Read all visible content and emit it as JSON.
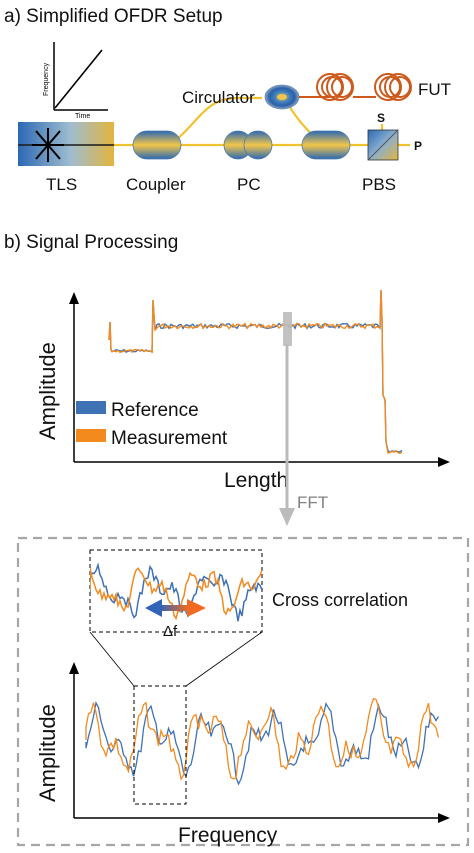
{
  "section_a": {
    "title": "a) Simplified OFDR Setup",
    "inset_ylabel": "Frequency",
    "inset_xlabel": "Time",
    "components": {
      "tls": "TLS",
      "coupler": "Coupler",
      "pc": "PC",
      "pbs": "PBS",
      "circulator": "Circulator",
      "fut": "FUT",
      "s_port": "S",
      "p_port": "P"
    }
  },
  "section_b": {
    "title": "b) Signal Processing",
    "top_plot": {
      "ylabel": "Amplitude",
      "xlabel": "Length",
      "legend": [
        "Reference",
        "Measurement"
      ]
    },
    "fft_label": "FFT",
    "zoom": {
      "annotation": "Cross correlation",
      "shift_label": "Δf"
    },
    "bottom_plot": {
      "ylabel": "Amplitude",
      "xlabel": "Frequency"
    }
  },
  "colors": {
    "reference": "#3f72b5",
    "measurement": "#f28a1e",
    "fiber": "#f2c12e",
    "fut_coil": "#cc5a1c",
    "arrow_gray": "#bbbbbb",
    "text_gray": "#808080"
  },
  "icons": [
    "laser-star-icon",
    "circulator-icon",
    "fiber-coil-icon",
    "double-arrow-icon"
  ]
}
